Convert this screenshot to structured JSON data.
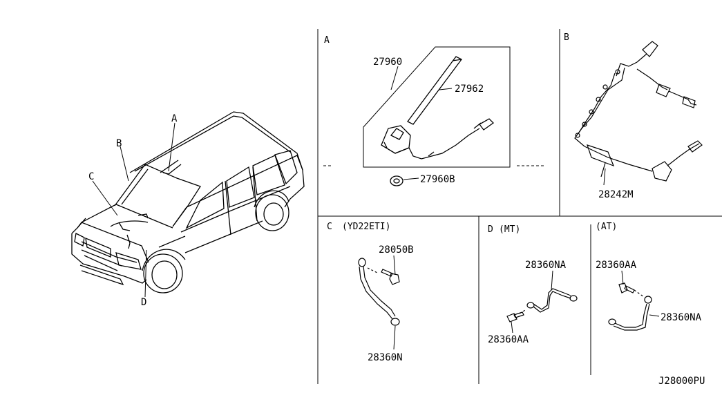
{
  "car_callouts": {
    "a": "A",
    "b": "B",
    "c": "C",
    "d": "D"
  },
  "sections": {
    "a": {
      "letter": "A",
      "parts": {
        "antenna_assy": "27960",
        "rod": "27962",
        "base_nut": "27960B"
      }
    },
    "b": {
      "letter": "B",
      "parts": {
        "feeder": "28242M"
      }
    },
    "c": {
      "letter": "C",
      "variant": "(YD22ETI)",
      "parts": {
        "bolt": "28050B",
        "strap": "28360N"
      }
    },
    "d_mt": {
      "letter": "D",
      "variant": "(MT)",
      "parts": {
        "strap": "28360NA",
        "bolt": "28360AA"
      }
    },
    "d_at": {
      "variant": "(AT)",
      "parts": {
        "bolt": "28360AA",
        "strap": "28360NA"
      }
    }
  },
  "diagram_code": "J28000PU"
}
